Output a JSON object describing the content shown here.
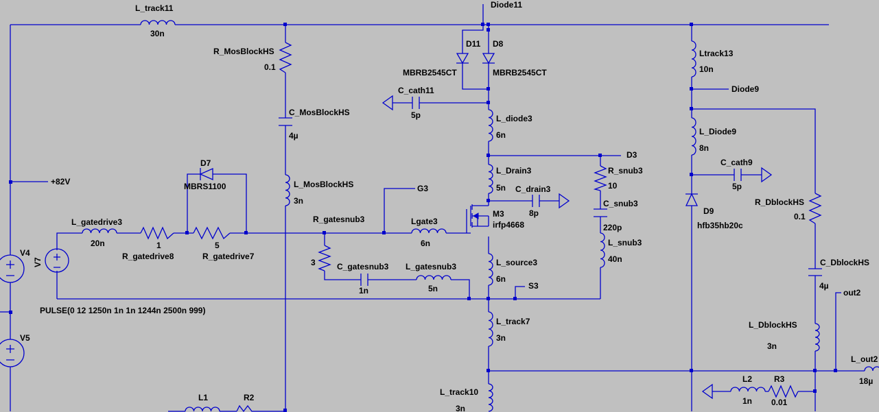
{
  "labels": {
    "L_track11": "L_track11",
    "30n_a": "30n",
    "Diode11": "Diode11",
    "R_MosBlockHS": "R_MosBlockHS",
    "0.1_a": "0.1",
    "C_MosBlockHS": "C_MosBlockHS",
    "4u_a": "4µ",
    "L_MosBlockHS": "L_MosBlockHS",
    "3n_a": "3n",
    "D11": "D11",
    "D8": "D8",
    "MBRB_a": "MBRB2545CT",
    "MBRB_b": "MBRB2545CT",
    "C_cath11": "C_cath11",
    "5p_a": "5p",
    "L_diode3": "L_diode3",
    "6n_a": "6n",
    "D3": "D3",
    "L_Drain3": "L_Drain3",
    "5n_a": "5n",
    "C_drain3": "C_drain3",
    "8p": "8p",
    "M3": "M3",
    "irfp4668": "irfp4668",
    "R_snub3": "R_snub3",
    "10": "10",
    "C_snub3": "C_snub3",
    "220p": "220p",
    "L_snub3": "L_snub3",
    "40n": "40n",
    "L_source3": "L_source3",
    "6n_b": "6n",
    "S3": "S3",
    "L_track7": "L_track7",
    "3n_b": "3n",
    "L_track10": "L_track10",
    "3n_c": "3n",
    "Ltrack13": "Ltrack13",
    "10n": "10n",
    "Diode9": "Diode9",
    "L_Diode9": "L_Diode9",
    "8n": "8n",
    "C_cath9": "C_cath9",
    "5p_b": "5p",
    "D9": "D9",
    "hfb35hb20c": "hfb35hb20c",
    "R_DblockHS": "R_DblockHS",
    "0.1_b": "0.1",
    "C_DblockHS": "C_DblockHS",
    "4u_b": "4µ",
    "L_DblockHS": "L_DblockHS",
    "3n_d": "3n",
    "out2": "out2",
    "L_out2": "L_out2",
    "18u": "18µ",
    "L2": "L2",
    "1n_a": "1n",
    "R3": "R3",
    "0.01": "0.01",
    "plus82V": "+82V",
    "V4": "V4",
    "V5": "V5",
    "V7": "V7",
    "D7": "D7",
    "MBRS1100": "MBRS1100",
    "G3": "G3",
    "L_gatedrive3": "L_gatedrive3",
    "20n": "20n",
    "1_r": "1",
    "R_gatedrive8": "R_gatedrive8",
    "5_r": "5",
    "R_gatedrive7": "R_gatedrive7",
    "R_gatesnub3": "R_gatesnub3",
    "3_r": "3",
    "Lgate3": "Lgate3",
    "6n_c": "6n",
    "C_gatesnub3": "C_gatesnub3",
    "1n_b": "1n",
    "L_gatesnub3": "L_gatesnub3",
    "5n_b": "5n",
    "pulse": "PULSE(0 12 1250n 1n 1n 1244n 2500n 999)",
    "L1": "L1",
    "R2": "R2"
  }
}
